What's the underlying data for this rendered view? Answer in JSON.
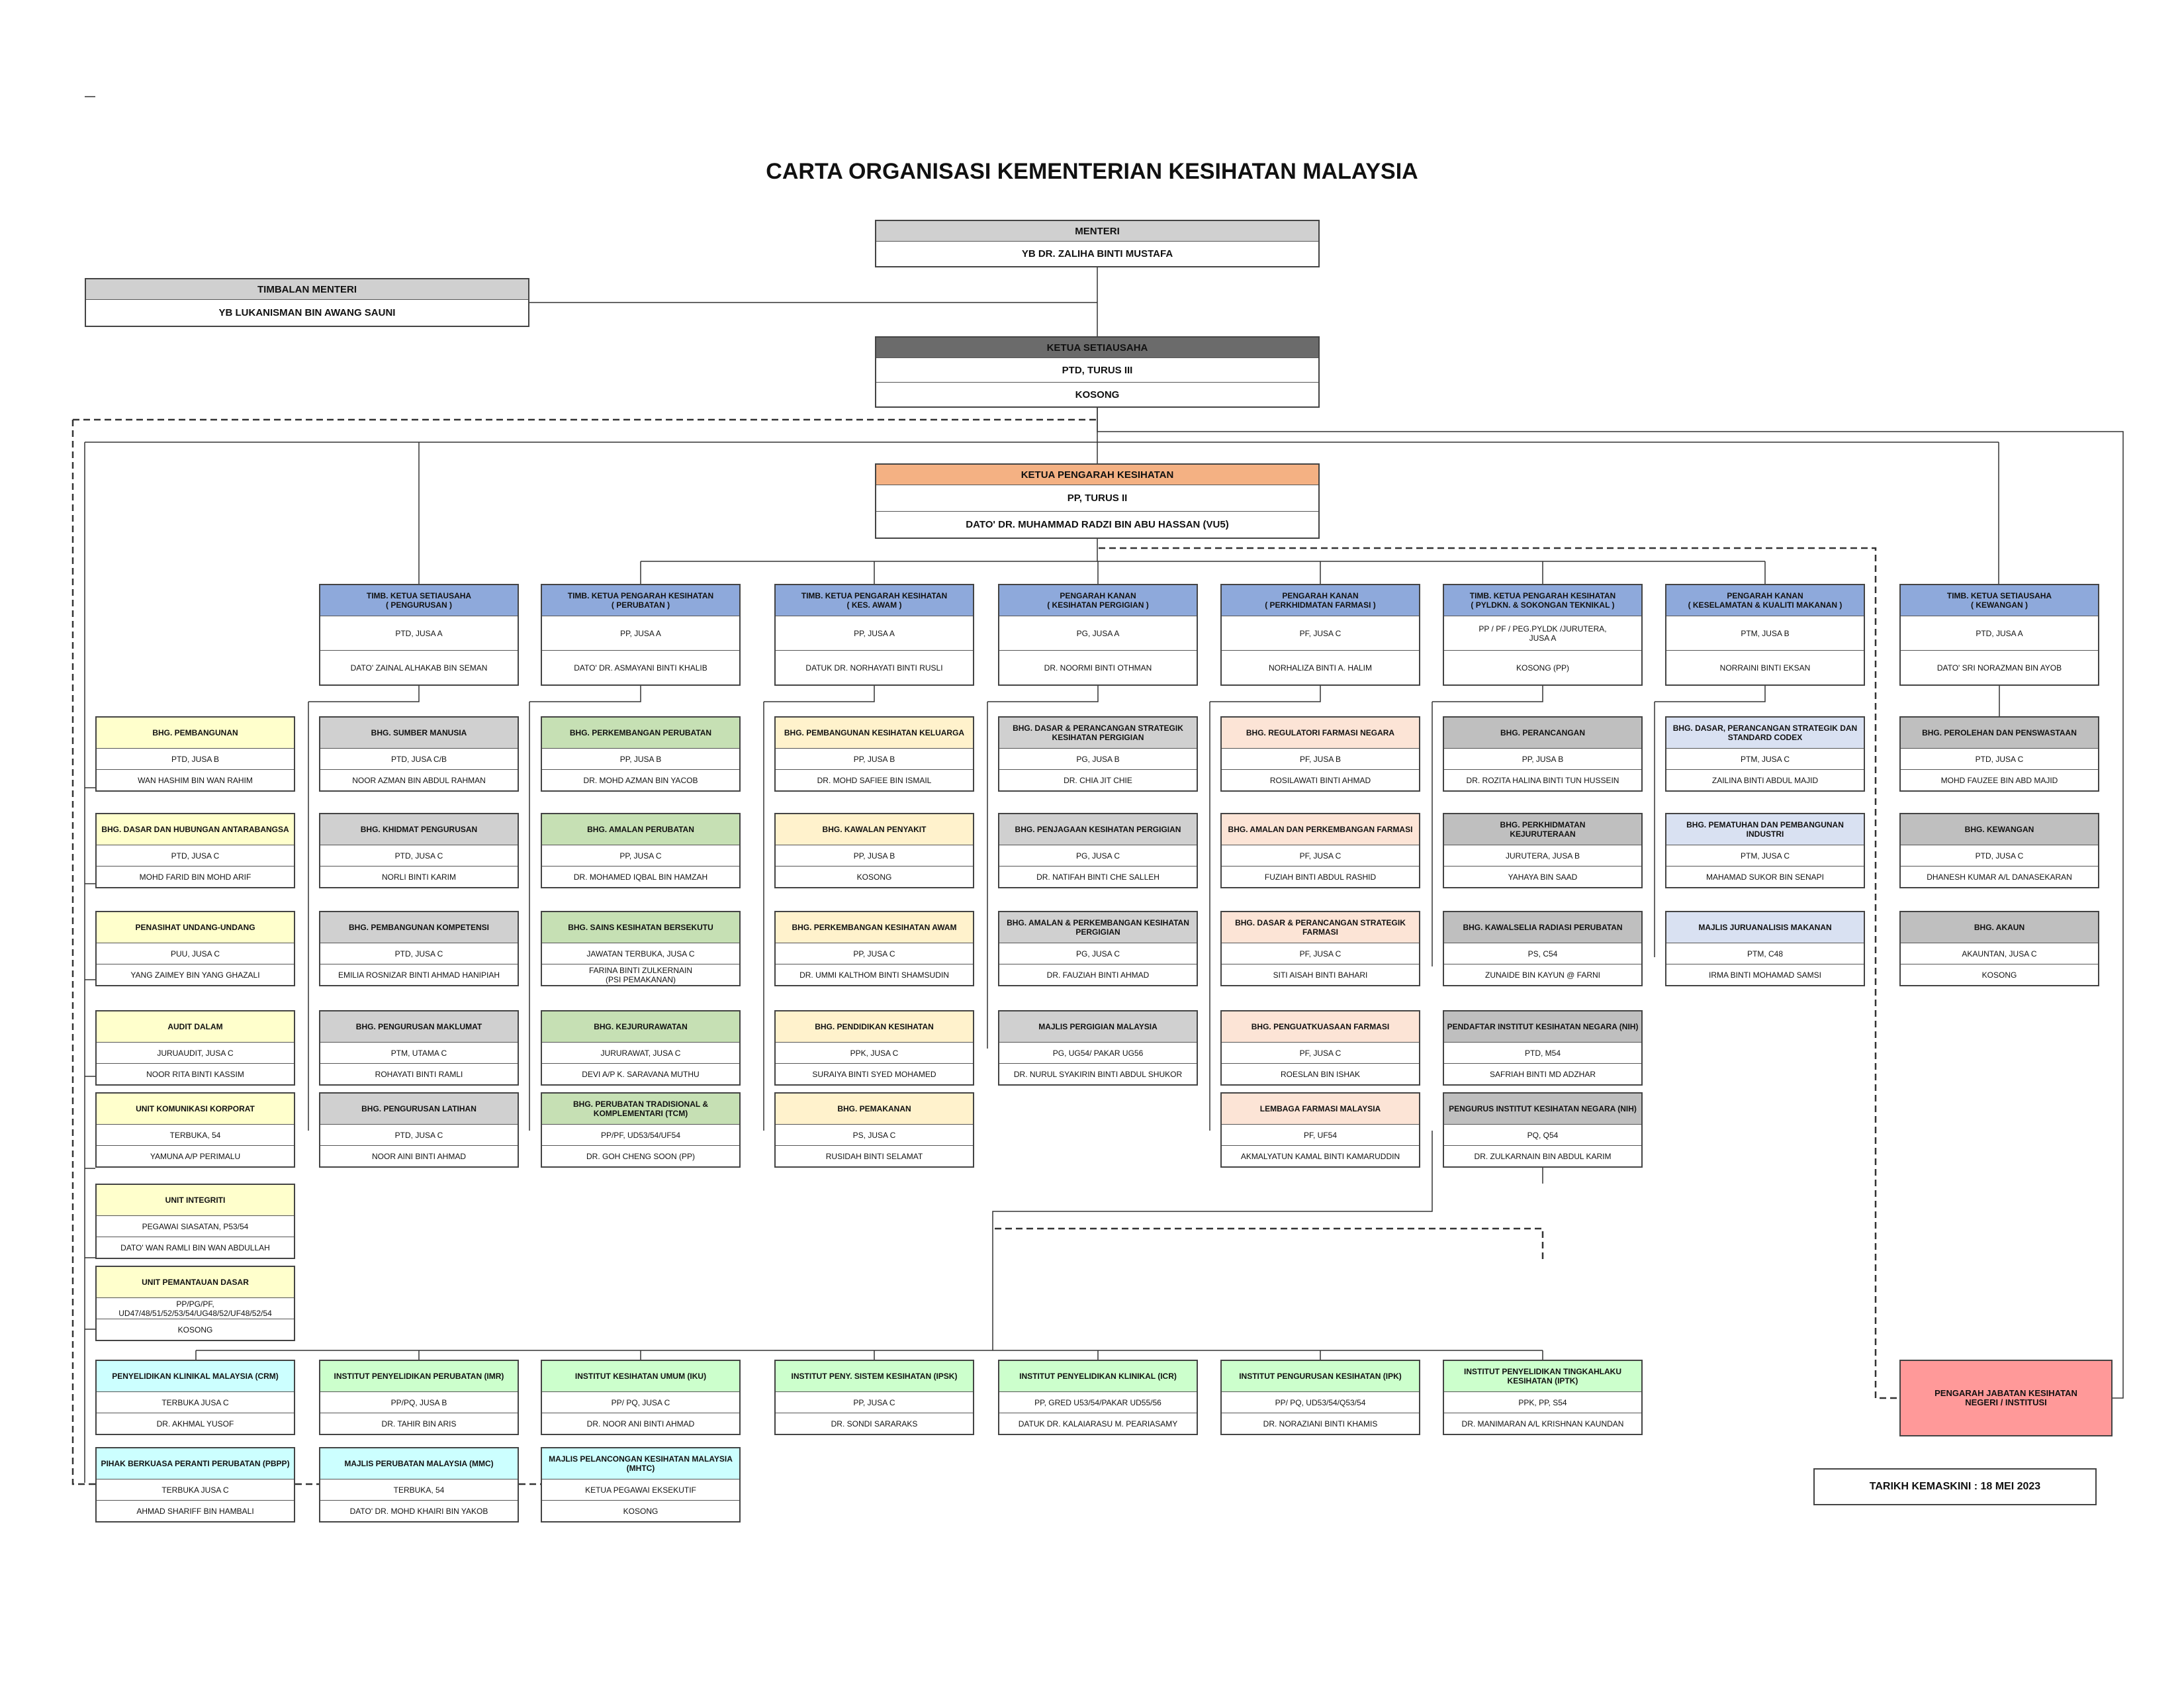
{
  "title": "CARTA ORGANISASI KEMENTERIAN KESIHATAN MALAYSIA",
  "updated": "TARIKH KEMASKINI : 18 MEI 2023",
  "colors": {
    "grey": "#d0d0d0",
    "darkgrey": "#6b6b6b",
    "blue": "#8ea9db",
    "orange": "#f4b183",
    "yellow": "#ffffcc",
    "green": "#c6e0b4",
    "cream": "#fff2cc",
    "pink": "#fce4d6",
    "midgrey": "#bfbfbf",
    "lightblue": "#d9e1f2",
    "palegreen": "#ccffcc",
    "cyan": "#ccffff",
    "red": "#ff9999"
  },
  "boxes": [
    {
      "id": "menteri",
      "rows": [
        "MENTERI",
        "YB DR. ZALIHA BINTI MUSTAFA"
      ]
    },
    {
      "id": "timb-menteri",
      "rows": [
        "TIMBALAN MENTERI",
        "YB LUKANISMAN BIN AWANG SAUNI"
      ]
    },
    {
      "id": "ksu",
      "rows": [
        "KETUA SETIAUSAHA",
        "PTD, TURUS III",
        "KOSONG"
      ]
    },
    {
      "id": "kpk",
      "rows": [
        "KETUA PENGARAH KESIHATAN",
        "PP, TURUS II",
        "DATO' DR. MUHAMMAD RADZI BIN ABU HASSAN (VU5)"
      ]
    },
    {
      "id": "tksu-pengurusan",
      "rows": [
        "TIMB. KETUA SETIAUSAHA\n( PENGURUSAN )",
        "PTD, JUSA A",
        "DATO' ZAINAL ALHAKAB BIN SEMAN"
      ]
    },
    {
      "id": "tkpk-perubatan",
      "rows": [
        "TIMB. KETUA PENGARAH KESIHATAN\n( PERUBATAN )",
        "PP, JUSA A",
        "DATO' DR. ASMAYANI BINTI KHALIB"
      ]
    },
    {
      "id": "tkpk-kesawam",
      "rows": [
        "TIMB. KETUA PENGARAH KESIHATAN\n( KES. AWAM )",
        "PP, JUSA A",
        "DATUK DR. NORHAYATI BINTI RUSLI"
      ]
    },
    {
      "id": "pk-pergigian",
      "rows": [
        "PENGARAH KANAN\n( KESIHATAN PERGIGIAN )",
        "PG, JUSA A",
        "DR. NOORMI BINTI OTHMAN"
      ]
    },
    {
      "id": "pk-farmasi",
      "rows": [
        "PENGARAH KANAN\n( PERKHIDMATAN FARMASI )",
        "PF, JUSA C",
        "NORHALIZA BINTI A. HALIM"
      ]
    },
    {
      "id": "tkpk-pyldkn",
      "rows": [
        "TIMB. KETUA PENGARAH KESIHATAN\n( PYLDKN. & SOKONGAN TEKNIKAL )",
        "PP / PF / PEG.PYLDK /JURUTERA,\nJUSA A",
        "KOSONG (PP)"
      ]
    },
    {
      "id": "pk-keselamatan",
      "rows": [
        "PENGARAH KANAN\n( KESELAMATAN & KUALITI MAKANAN )",
        "PTM, JUSA B",
        "NORRAINI BINTI EKSAN"
      ]
    },
    {
      "id": "tksu-kewangan",
      "rows": [
        "TIMB. KETUA SETIAUSAHA\n( KEWANGAN )",
        "PTD, JUSA A",
        "DATO' SRI NORAZMAN BIN AYOB"
      ]
    },
    {
      "id": "c0-1",
      "rows": [
        "BHG. PEMBANGUNAN",
        "PTD, JUSA B",
        "WAN HASHIM BIN WAN RAHIM"
      ]
    },
    {
      "id": "c0-2",
      "rows": [
        "BHG. DASAR DAN HUBUNGAN ANTARABANGSA",
        "PTD, JUSA C",
        "MOHD FARID BIN MOHD ARIF"
      ]
    },
    {
      "id": "c0-3",
      "rows": [
        "PENASIHAT UNDANG-UNDANG",
        "PUU, JUSA C",
        "YANG ZAIMEY BIN YANG GHAZALI"
      ]
    },
    {
      "id": "c0-4",
      "rows": [
        "AUDIT DALAM",
        "JURUAUDIT, JUSA C",
        "NOOR RITA BINTI KASSIM"
      ]
    },
    {
      "id": "c0-5",
      "rows": [
        "UNIT KOMUNIKASI KORPORAT",
        "TERBUKA, 54",
        "YAMUNA A/P PERIMALU"
      ]
    },
    {
      "id": "c0-6",
      "rows": [
        "UNIT INTEGRITI",
        "PEGAWAI SIASATAN, P53/54",
        "DATO' WAN RAMLI BIN WAN ABDULLAH"
      ]
    },
    {
      "id": "c0-7",
      "rows": [
        "UNIT PEMANTAUAN DASAR",
        "PP/PG/PF, UD47/48/51/52/53/54/UG48/52/UF48/52/54",
        "KOSONG"
      ]
    },
    {
      "id": "c1-1",
      "rows": [
        "BHG. SUMBER MANUSIA",
        "PTD, JUSA C/B",
        "NOOR AZMAN BIN ABDUL RAHMAN"
      ]
    },
    {
      "id": "c1-2",
      "rows": [
        "BHG. KHIDMAT PENGURUSAN",
        "PTD, JUSA C",
        "NORLI BINTI KARIM"
      ]
    },
    {
      "id": "c1-3",
      "rows": [
        "BHG. PEMBANGUNAN KOMPETENSI",
        "PTD, JUSA C",
        "EMILIA ROSNIZAR BINTI AHMAD HANIPIAH"
      ]
    },
    {
      "id": "c1-4",
      "rows": [
        "BHG. PENGURUSAN MAKLUMAT",
        "PTM, UTAMA C",
        "ROHAYATI BINTI RAMLI"
      ]
    },
    {
      "id": "c1-5",
      "rows": [
        "BHG. PENGURUSAN LATIHAN",
        "PTD, JUSA C",
        "NOOR AINI BINTI AHMAD"
      ]
    },
    {
      "id": "c2-1",
      "rows": [
        "BHG. PERKEMBANGAN PERUBATAN",
        "PP, JUSA B",
        "DR. MOHD AZMAN BIN YACOB"
      ]
    },
    {
      "id": "c2-2",
      "rows": [
        "BHG. AMALAN PERUBATAN",
        "PP, JUSA C",
        "DR. MOHAMED IQBAL BIN HAMZAH"
      ]
    },
    {
      "id": "c2-3",
      "rows": [
        "BHG. SAINS KESIHATAN BERSEKUTU",
        "JAWATAN TERBUKA, JUSA C",
        "FARINA BINTI ZULKERNAIN\n(PSI PEMAKANAN)"
      ]
    },
    {
      "id": "c2-4",
      "rows": [
        "BHG. KEJURURAWATAN",
        "JURURAWAT, JUSA C",
        "DEVI A/P K. SARAVANA MUTHU"
      ]
    },
    {
      "id": "c2-5",
      "rows": [
        "BHG. PERUBATAN TRADISIONAL &\nKOMPLEMENTARI (TCM)",
        "PP/PF, UD53/54/UF54",
        "DR. GOH CHENG SOON (PP)"
      ]
    },
    {
      "id": "c3-1",
      "rows": [
        "BHG. PEMBANGUNAN KESIHATAN KELUARGA",
        "PP, JUSA B",
        "DR. MOHD SAFIEE BIN ISMAIL"
      ]
    },
    {
      "id": "c3-2",
      "rows": [
        "BHG. KAWALAN PENYAKIT",
        "PP, JUSA B",
        "KOSONG"
      ]
    },
    {
      "id": "c3-3",
      "rows": [
        "BHG. PERKEMBANGAN KESIHATAN AWAM",
        "PP, JUSA C",
        "DR. UMMI KALTHOM BINTI SHAMSUDIN"
      ]
    },
    {
      "id": "c3-4",
      "rows": [
        "BHG. PENDIDIKAN KESIHATAN",
        "PPK, JUSA C",
        "SURAIYA BINTI SYED MOHAMED"
      ]
    },
    {
      "id": "c3-5",
      "rows": [
        "BHG. PEMAKANAN",
        "PS, JUSA C",
        "RUSIDAH BINTI SELAMAT"
      ]
    },
    {
      "id": "c4-1",
      "rows": [
        "BHG. DASAR & PERANCANGAN STRATEGIK\nKESIHATAN PERGIGIAN",
        "PG, JUSA B",
        "DR. CHIA JIT CHIE"
      ]
    },
    {
      "id": "c4-2",
      "rows": [
        "BHG. PENJAGAAN KESIHATAN PERGIGIAN",
        "PG, JUSA C",
        "DR. NATIFAH BINTI CHE SALLEH"
      ]
    },
    {
      "id": "c4-3",
      "rows": [
        "BHG. AMALAN & PERKEMBANGAN KESIHATAN\nPERGIGIAN",
        "PG, JUSA C",
        "DR. FAUZIAH BINTI AHMAD"
      ]
    },
    {
      "id": "c4-4",
      "rows": [
        "MAJLIS PERGIGIAN MALAYSIA",
        "PG, UG54/ PAKAR UG56",
        "DR. NURUL SYAKIRIN BINTI ABDUL SHUKOR"
      ]
    },
    {
      "id": "c5-1",
      "rows": [
        "BHG. REGULATORI FARMASI NEGARA",
        "PF, JUSA B",
        "ROSILAWATI BINTI AHMAD"
      ]
    },
    {
      "id": "c5-2",
      "rows": [
        "BHG. AMALAN DAN PERKEMBANGAN FARMASI",
        "PF, JUSA C",
        "FUZIAH BINTI ABDUL RASHID"
      ]
    },
    {
      "id": "c5-3",
      "rows": [
        "BHG. DASAR & PERANCANGAN STRATEGIK\nFARMASI",
        "PF, JUSA C",
        "SITI AISAH BINTI BAHARI"
      ]
    },
    {
      "id": "c5-4",
      "rows": [
        "BHG. PENGUATKUASAAN FARMASI",
        "PF, JUSA C",
        "ROESLAN BIN ISHAK"
      ]
    },
    {
      "id": "c5-5",
      "rows": [
        "LEMBAGA FARMASI MALAYSIA",
        "PF, UF54",
        "AKMALYATUN KAMAL BINTI KAMARUDDIN"
      ]
    },
    {
      "id": "c6-1",
      "rows": [
        "BHG. PERANCANGAN",
        "PP, JUSA B",
        "DR. ROZITA HALINA BINTI TUN HUSSEIN"
      ]
    },
    {
      "id": "c6-2",
      "rows": [
        "BHG. PERKHIDMATAN\nKEJURUTERAAN",
        "JURUTERA, JUSA B",
        "YAHAYA BIN SAAD"
      ]
    },
    {
      "id": "c6-3",
      "rows": [
        "BHG. KAWALSELIA RADIASI PERUBATAN",
        "PS, C54",
        "ZUNAIDE BIN KAYUN @ FARNI"
      ]
    },
    {
      "id": "c6-4",
      "rows": [
        "PENDAFTAR INSTITUT KESIHATAN NEGARA (NIH)",
        "PTD, M54",
        "SAFRIAH BINTI MD ADZHAR"
      ]
    },
    {
      "id": "c6-5",
      "rows": [
        "PENGURUS INSTITUT KESIHATAN NEGARA (NIH)",
        "PQ, Q54",
        "DR. ZULKARNAIN BIN ABDUL KARIM"
      ]
    },
    {
      "id": "c7-1",
      "rows": [
        "BHG. DASAR, PERANCANGAN STRATEGIK DAN\nSTANDARD CODEX",
        "PTM, JUSA C",
        "ZAILINA BINTI ABDUL MAJID"
      ]
    },
    {
      "id": "c7-2",
      "rows": [
        "BHG. PEMATUHAN DAN PEMBANGUNAN INDUSTRI",
        "PTM, JUSA C",
        "MAHAMAD SUKOR BIN SENAPI"
      ]
    },
    {
      "id": "c7-3",
      "rows": [
        "MAJLIS JURUANALISIS MAKANAN",
        "PTM, C48",
        "IRMA BINTI MOHAMAD SAMSI"
      ]
    },
    {
      "id": "c8-1",
      "rows": [
        "BHG. PEROLEHAN DAN PENSWASTAAN",
        "PTD, JUSA C",
        "MOHD FAUZEE BIN ABD MAJID"
      ]
    },
    {
      "id": "c8-2",
      "rows": [
        "BHG. KEWANGAN",
        "PTD, JUSA C",
        "DHANESH KUMAR A/L DANASEKARAN"
      ]
    },
    {
      "id": "c8-3",
      "rows": [
        "BHG. AKAUN",
        "AKAUNTAN, JUSA C",
        "KOSONG"
      ]
    },
    {
      "id": "inst-crm",
      "rows": [
        "PENYELIDIKAN KLINIKAL MALAYSIA (CRM)",
        "TERBUKA JUSA C",
        "DR. AKHMAL YUSOF"
      ]
    },
    {
      "id": "inst-imr",
      "rows": [
        "INSTITUT PENYELIDIKAN PERUBATAN (IMR)",
        "PP/PQ, JUSA B",
        "DR. TAHIR BIN ARIS"
      ]
    },
    {
      "id": "inst-iku",
      "rows": [
        "INSTITUT KESIHATAN UMUM (IKU)",
        "PP/ PQ, JUSA C",
        "DR. NOOR ANI BINTI AHMAD"
      ]
    },
    {
      "id": "inst-ipsk",
      "rows": [
        "INSTITUT PENY. SISTEM KESIHATAN (IPSK)",
        "PP, JUSA C",
        "DR. SONDI SARARAKS"
      ]
    },
    {
      "id": "inst-icr",
      "rows": [
        "INSTITUT PENYELIDIKAN KLINIKAL (ICR)",
        "PP, GRED U53/54/PAKAR UD55/56",
        "DATUK DR. KALAIARASU M. PEARIASAMY"
      ]
    },
    {
      "id": "inst-ipk",
      "rows": [
        "INSTITUT PENGURUSAN KESIHATAN (IPK)",
        "PP/ PQ, UD53/54/Q53/54",
        "DR. NORAZIANI BINTI KHAMIS"
      ]
    },
    {
      "id": "inst-iptk",
      "rows": [
        "INSTITUT PENYELIDIKAN TINGKAHLAKU\nKESIHATAN (IPTK)",
        "PPK, PP, S54",
        "DR. MANIMARAN A/L KRISHNAN KAUNDAN"
      ]
    },
    {
      "id": "pbpp",
      "rows": [
        "PIHAK BERKUASA PERANTI PERUBATAN (PBPP)",
        "TERBUKA JUSA C",
        "AHMAD SHARIFF BIN HAMBALI"
      ]
    },
    {
      "id": "mmc",
      "rows": [
        "MAJLIS PERUBATAN MALAYSIA (MMC)",
        "TERBUKA, 54",
        "DATO' DR. MOHD KHAIRI BIN YAKOB"
      ]
    },
    {
      "id": "mhtc",
      "rows": [
        "MAJLIS PELANCONGAN KESIHATAN MALAYSIA\n(MHTC)",
        "KETUA PEGAWAI EKSEKUTIF",
        "KOSONG"
      ]
    },
    {
      "id": "jkn",
      "rows": [
        "PENGARAH JABATAN KESIHATAN\nNEGERI / INSTITUSI"
      ]
    }
  ]
}
